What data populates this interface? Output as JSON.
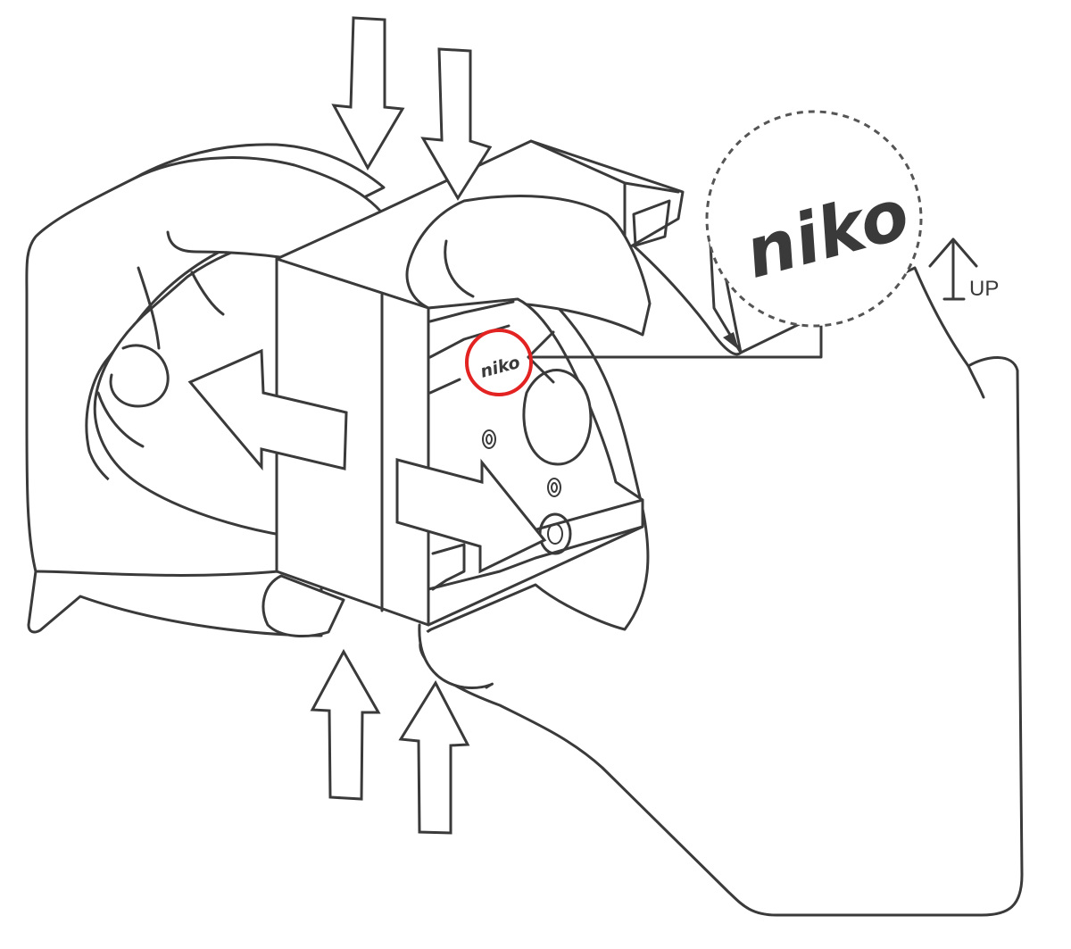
{
  "diagram": {
    "logo_small": "niko",
    "logo_large": "niko",
    "direction_label": "UP",
    "highlight_color": "#e32222",
    "line_color": "#3a3a3a",
    "icons": [
      "arrow-down-icon",
      "arrow-up-icon",
      "arrow-left-icon",
      "arrow-right-icon",
      "up-arrow-icon"
    ]
  }
}
